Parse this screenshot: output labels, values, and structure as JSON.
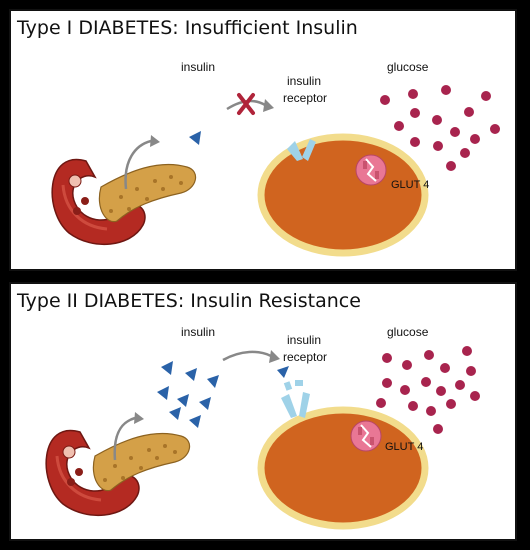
{
  "panels": [
    {
      "title": "Type I DIABETES: Insufficient Insulin",
      "labels": {
        "insulin": "insulin",
        "receptor_line1": "insulin",
        "receptor_line2": "receptor",
        "glucose": "glucose",
        "glut": "GLUT 4"
      }
    },
    {
      "title": "Type II DIABETES: Insulin Resistance",
      "labels": {
        "insulin": "insulin",
        "receptor_line1": "insulin",
        "receptor_line2": "receptor",
        "glucose": "glucose",
        "glut": "GLUT 4"
      }
    }
  ],
  "colors": {
    "insulin": "#2a62a8",
    "glucose": "#a8244e",
    "cell_fill": "#d0641f",
    "cell_border": "#f2dc8c",
    "pancreas": "#d4a048",
    "duodenum": "#b42a22",
    "receptor": "#9fd2e8",
    "glut": "#e97795",
    "block_x": "#b0243a",
    "arrow": "#888888"
  },
  "icons": [
    "pancreas-icon",
    "insulin-molecule-icon",
    "glucose-molecule-icon",
    "cell-icon",
    "receptor-icon",
    "glut4-transporter-icon",
    "blocked-x-icon"
  ]
}
